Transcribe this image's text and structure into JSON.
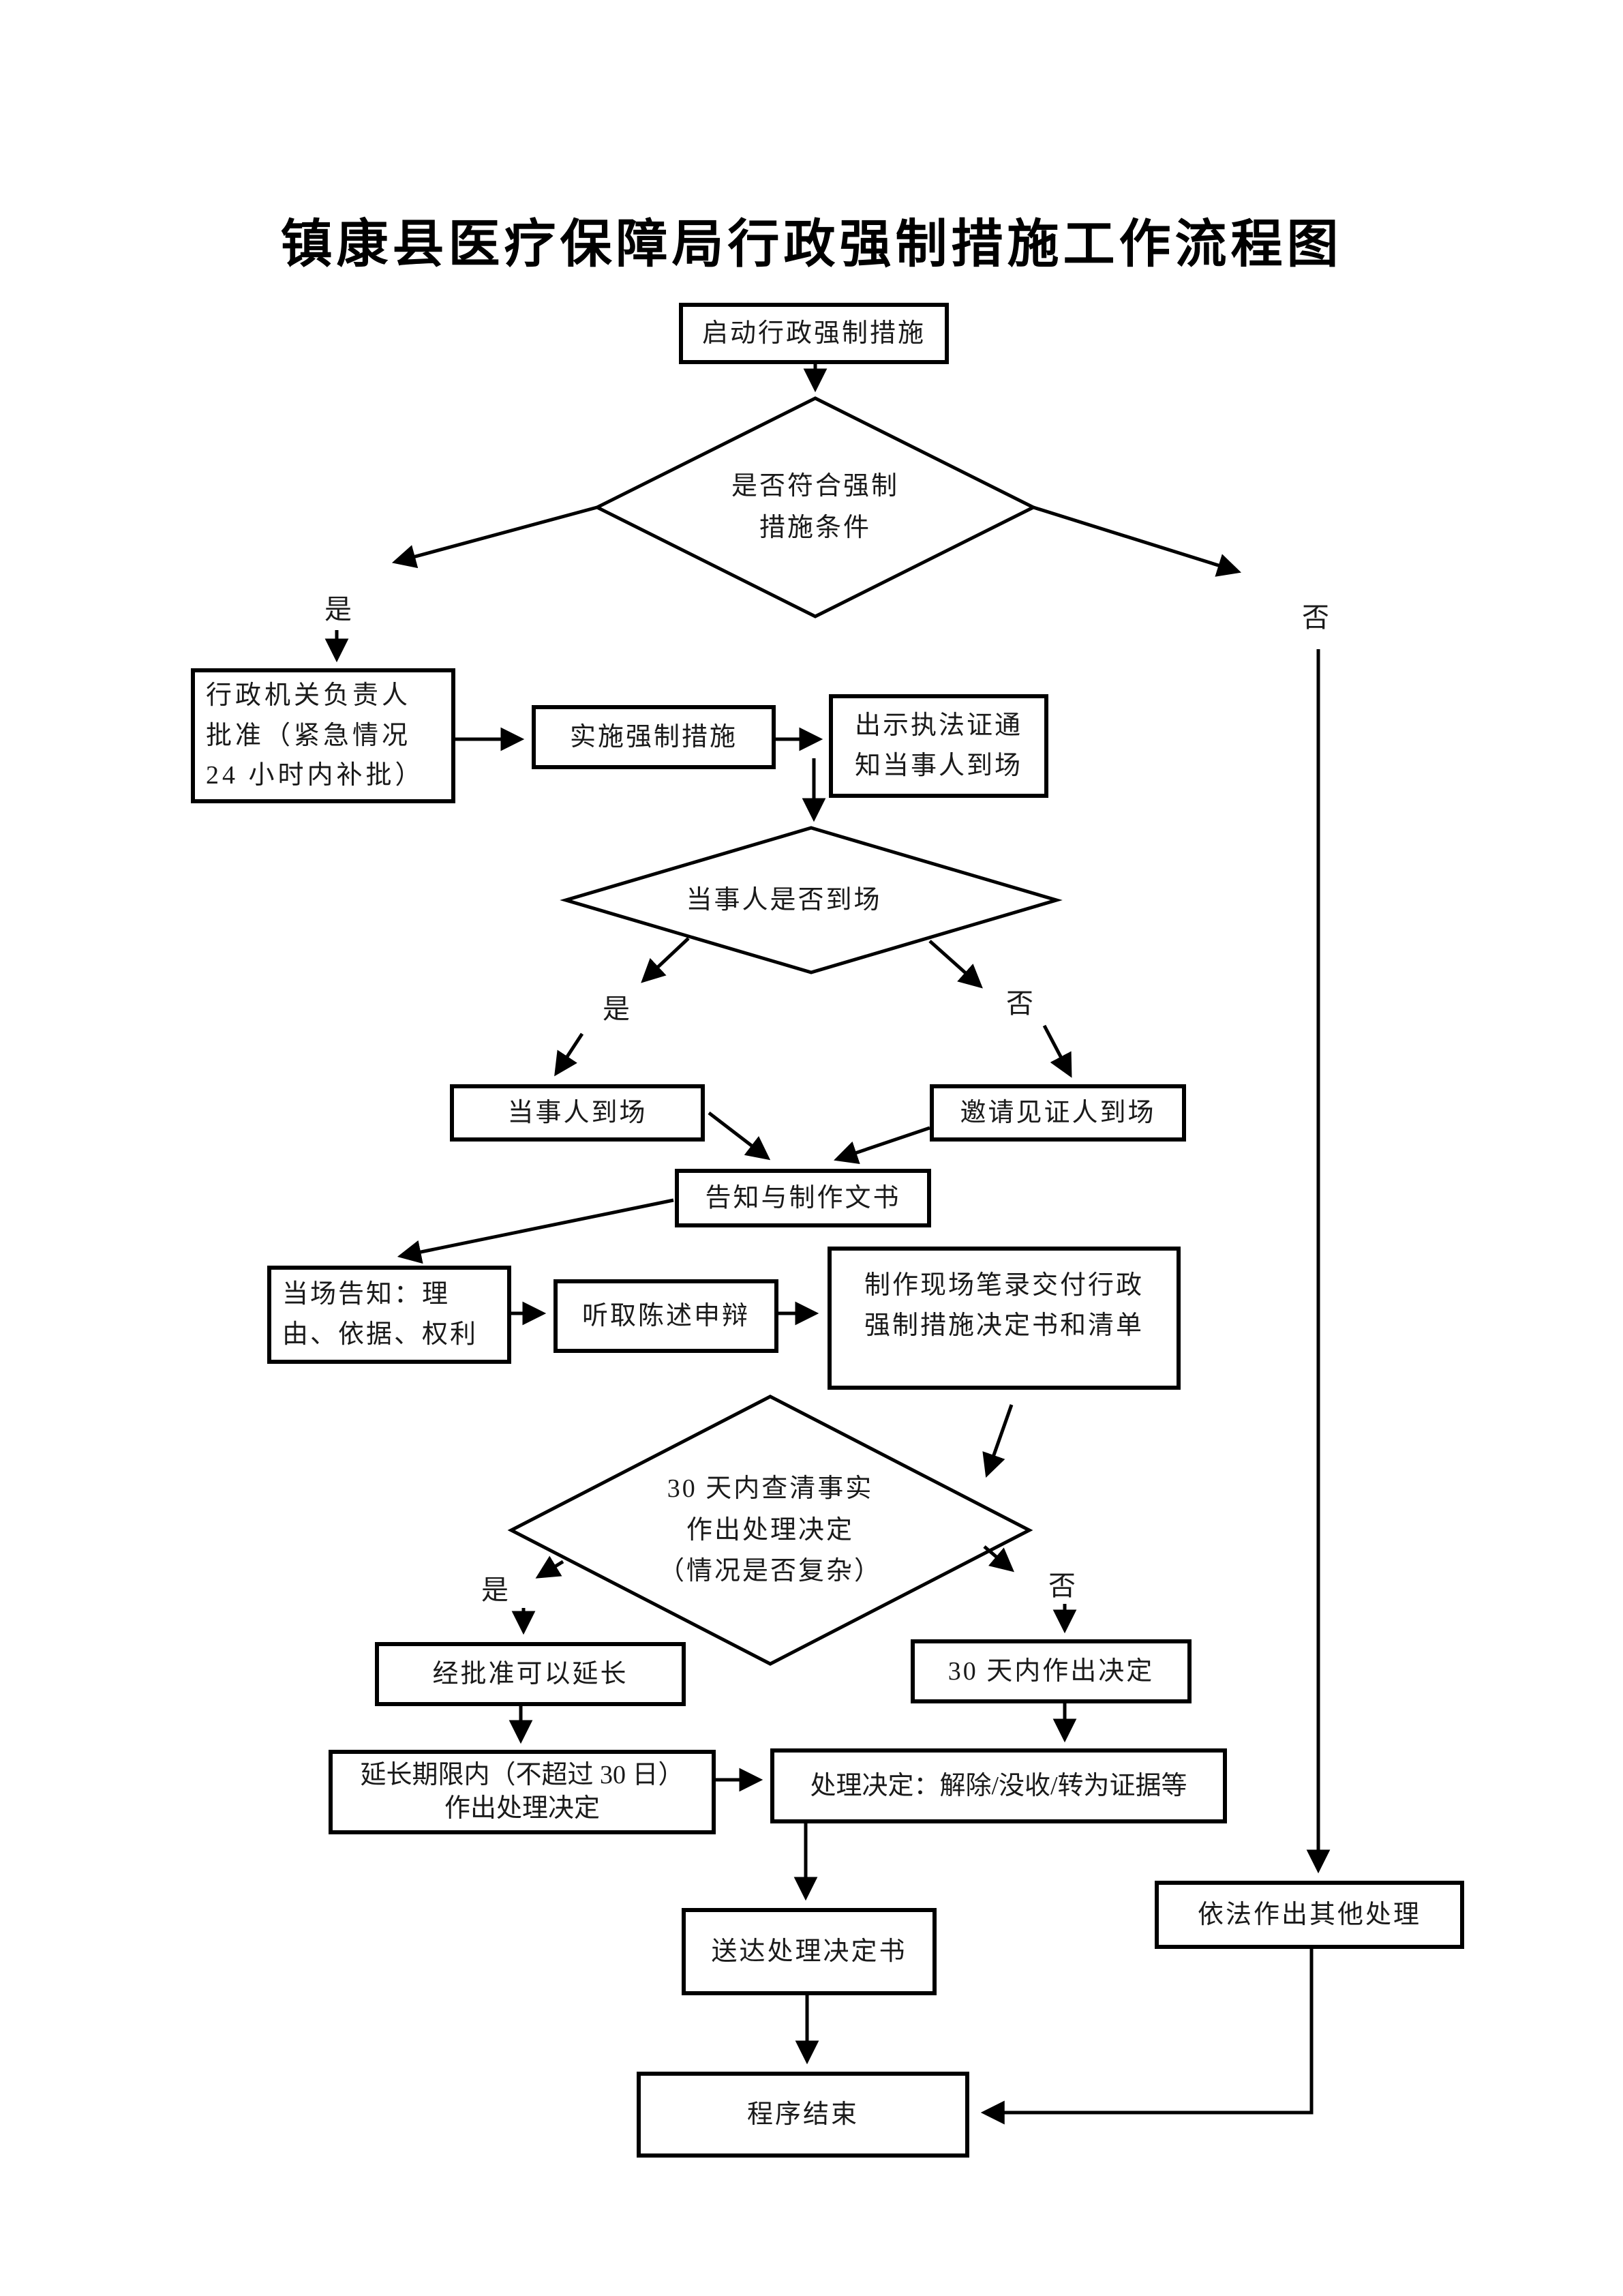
{
  "title": "镇康县医疗保障局行政强制措施工作流程图",
  "edge_labels": {
    "yes": "是",
    "no": "否"
  },
  "colors": {
    "line": "#000000",
    "background": "#ffffff",
    "text": "#1a1a1a"
  },
  "nodes": {
    "start": "启动行政强制措施",
    "cond_meet": [
      "是否符合强制",
      "措施条件"
    ],
    "approve": [
      "行政机关负责人",
      "批准（紧急情况",
      "24 小时内补批）"
    ],
    "implement": "实施强制措施",
    "show_cert": [
      "出示执法证通",
      "知当事人到场"
    ],
    "cond_present": "当事人是否到场",
    "party_present": "当事人到场",
    "invite_witness": "邀请见证人到场",
    "inform_docs": "告知与制作文书",
    "onsite_inform": [
      "当场告知：理",
      "由、依据、权利"
    ],
    "hear_statement": "听取陈述申辩",
    "make_record": [
      "制作现场笔录交付行政",
      "强制措施决定书和清单"
    ],
    "cond_30days": [
      "30 天内查清事实",
      "作出处理决定",
      "（情况是否复杂）"
    ],
    "approve_extend": "经批准可以延长",
    "extend_decide": [
      "延长期限内（不超过 30 日）",
      "作出处理决定"
    ],
    "decide_30": "30 天内作出决定",
    "handle_decision": "处理决定：解除/没收/转为证据等",
    "deliver": "送达处理决定书",
    "other_handling": "依法作出其他处理",
    "end": "程序结束"
  }
}
